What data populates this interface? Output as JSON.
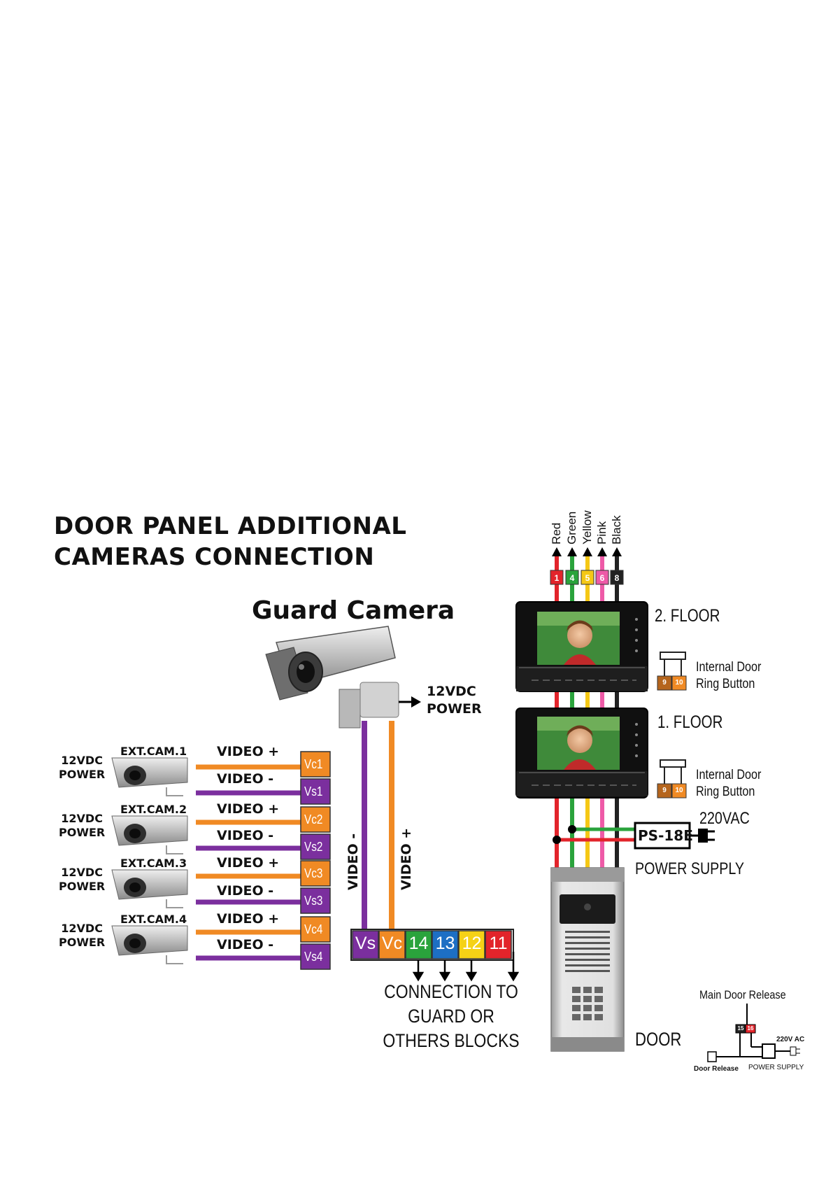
{
  "title": {
    "line1": "DOOR PANEL ADDITIONAL",
    "line2": "CAMERAS CONNECTION"
  },
  "guard_camera": {
    "label": "Guard Camera",
    "power": {
      "line1": "12VDC",
      "line2": "POWER"
    }
  },
  "cameras": [
    {
      "name": "EXT.CAM.1",
      "power1": "12VDC",
      "power2": "POWER",
      "video_plus": "VIDEO +",
      "video_minus": "VIDEO -",
      "term_plus": "Vc1",
      "term_minus": "Vs1"
    },
    {
      "name": "EXT.CAM.2",
      "power1": "12VDC",
      "power2": "POWER",
      "video_plus": "VIDEO +",
      "video_minus": "VIDEO -",
      "term_plus": "Vc2",
      "term_minus": "Vs2"
    },
    {
      "name": "EXT.CAM.3",
      "power1": "12VDC",
      "power2": "POWER",
      "video_plus": "VIDEO +",
      "video_minus": "VIDEO -",
      "term_plus": "Vc3",
      "term_minus": "Vs3"
    },
    {
      "name": "EXT.CAM.4",
      "power1": "12VDC",
      "power2": "POWER",
      "video_plus": "VIDEO +",
      "video_minus": "VIDEO -",
      "term_plus": "Vc4",
      "term_minus": "Vs4"
    }
  ],
  "vertical_labels": {
    "video_minus": "VIDEO -",
    "video_plus": "VIDEO +"
  },
  "terminal_block": [
    {
      "label": "Vs",
      "color": "#7b2f9e"
    },
    {
      "label": "Vc",
      "color": "#f08a24"
    },
    {
      "label": "14",
      "color": "#2aa33c"
    },
    {
      "label": "13",
      "color": "#1d6fc4"
    },
    {
      "label": "12",
      "color": "#f5d216"
    },
    {
      "label": "11",
      "color": "#e2242b"
    }
  ],
  "connection": {
    "line1": "CONNECTION TO",
    "line2": "GUARD OR",
    "line3": "OTHERS BLOCKS"
  },
  "wires": [
    {
      "name": "Red",
      "terminal": "1",
      "color": "#e2242b"
    },
    {
      "name": "Green",
      "terminal": "4",
      "color": "#2aa33c"
    },
    {
      "name": "Yellow",
      "terminal": "5",
      "color": "#f5c816"
    },
    {
      "name": "Pink",
      "terminal": "6",
      "color": "#ee5aa7"
    },
    {
      "name": "Black",
      "terminal": "8",
      "color": "#222222"
    }
  ],
  "floors": {
    "floor2": "2. FLOOR",
    "floor1": "1. FLOOR",
    "internal_door1": "Internal Door",
    "internal_door2": "Ring Button",
    "button_terms": [
      "9",
      "10"
    ]
  },
  "power_supply": {
    "model": "PS-18E",
    "input": "220VAC",
    "label": "POWER SUPPLY"
  },
  "door": {
    "label": "DOOR"
  },
  "main_door_release": {
    "title": "Main Door Release",
    "terms": [
      "15",
      "16"
    ],
    "ac": "220V AC",
    "door_release": "Door Release",
    "power_supply": "POWER SUPPLY"
  },
  "colors": {
    "video_plus": "#f08a24",
    "video_minus": "#7b2f9e",
    "wire_red": "#e2242b",
    "wire_green": "#2aa33c",
    "wire_yellow": "#f5c816",
    "wire_pink": "#ee5aa7",
    "wire_black": "#222222"
  }
}
